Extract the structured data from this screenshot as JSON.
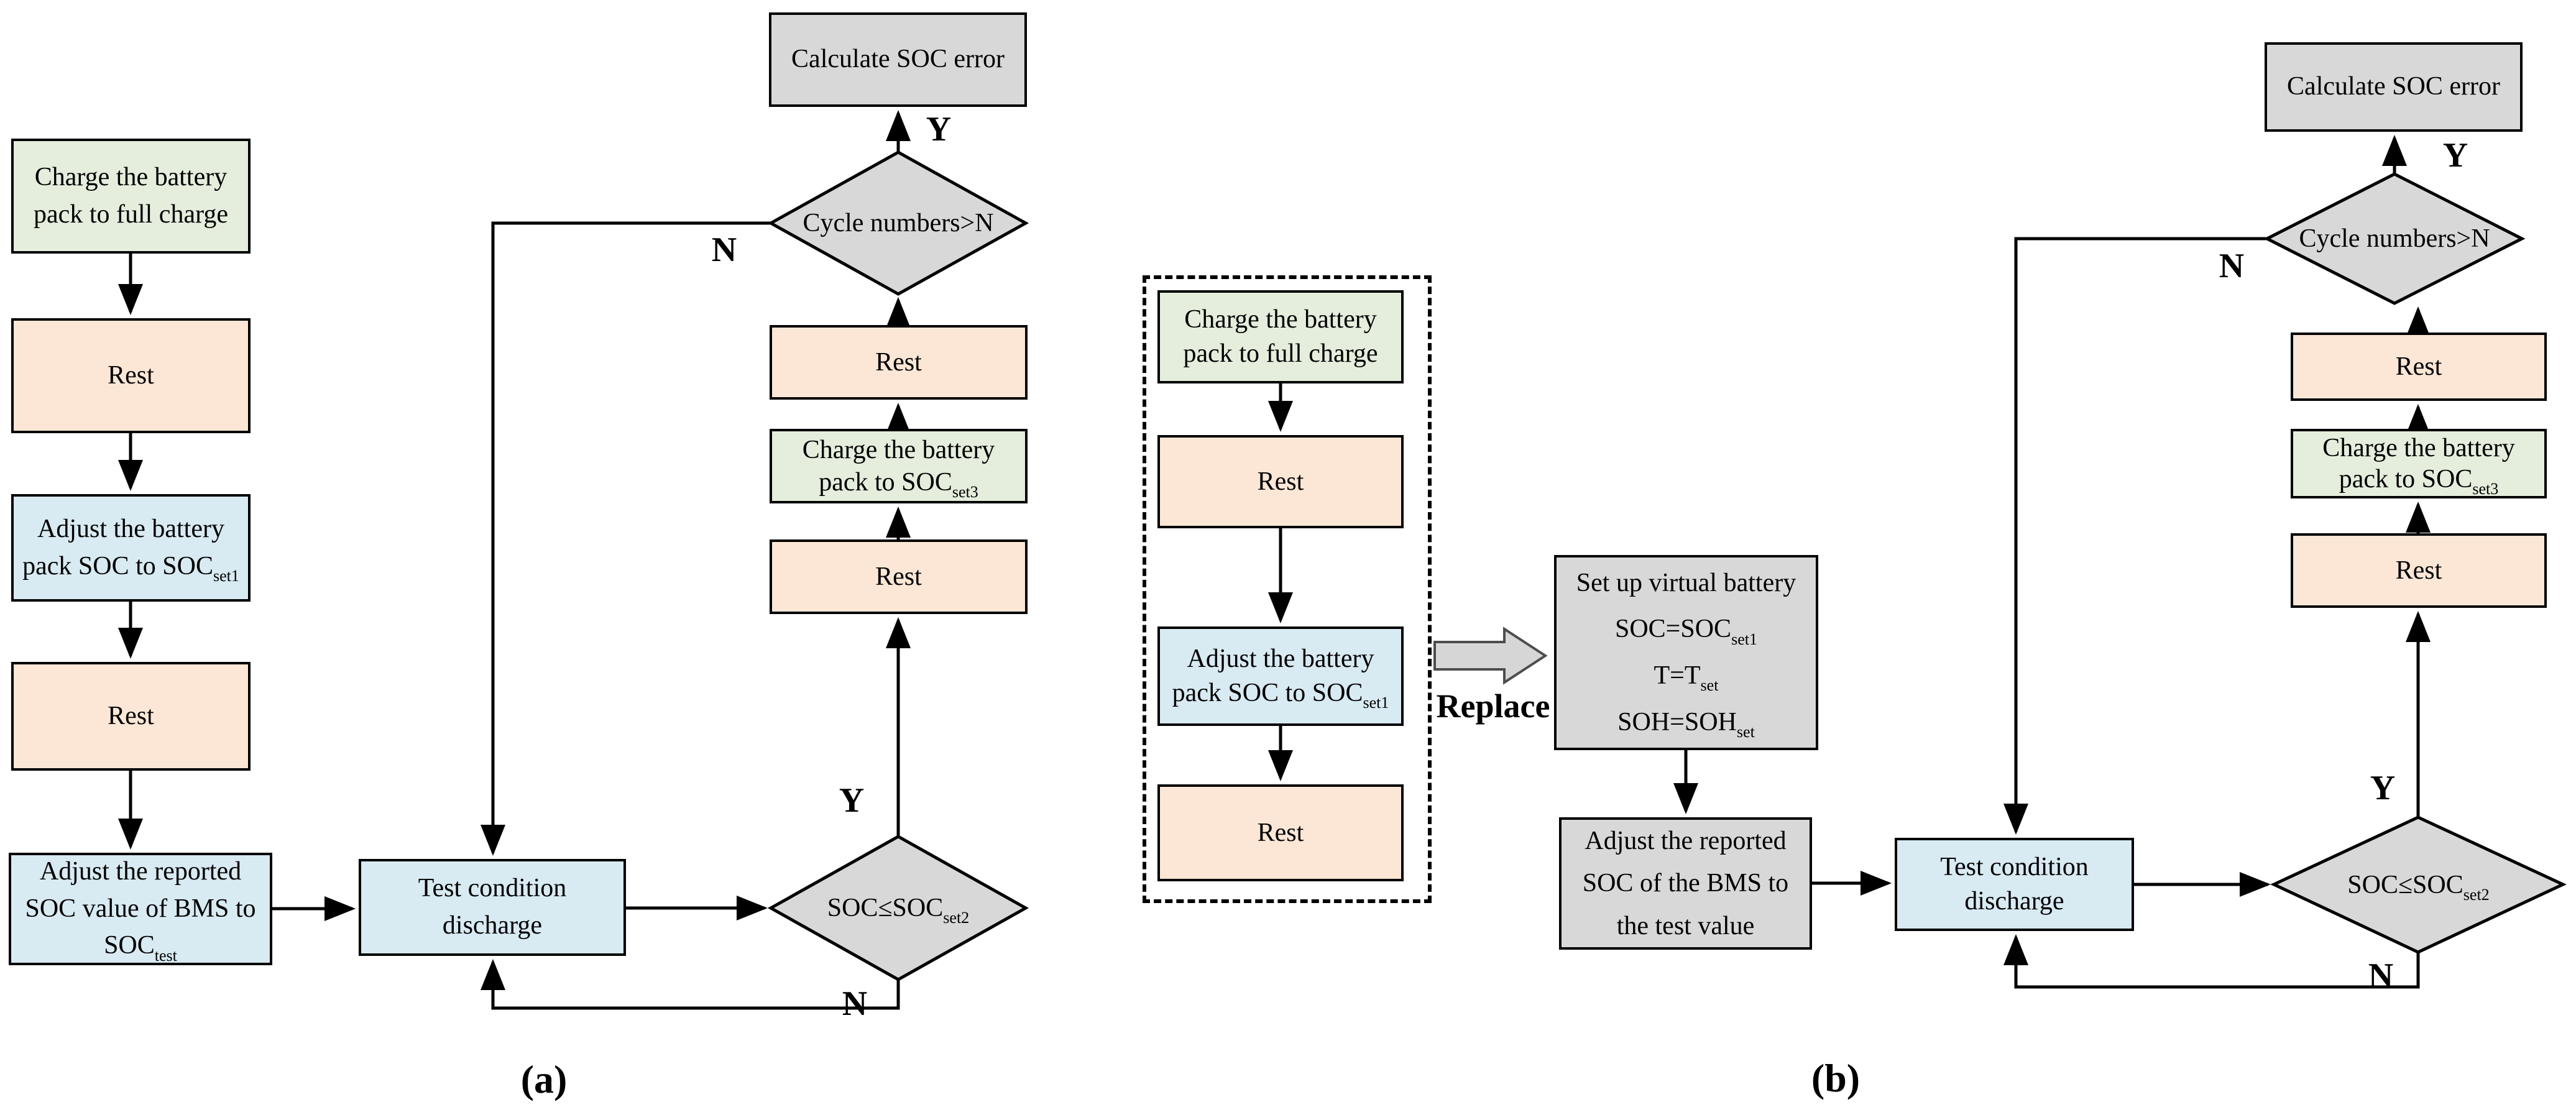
{
  "figure": {
    "caption_a": "(a)",
    "caption_b": "(b)"
  },
  "colors": {
    "charge": "#e5eedd",
    "process": "#fce7d6",
    "adjust": "#d8eaf2",
    "decision": "#d8d8d8",
    "replace_fill": "#d6d6d6",
    "line": "#000000"
  },
  "branch": {
    "yes": "Y",
    "no": "N"
  },
  "replace_label": "Replace",
  "nodes": {
    "a_charge_full": {
      "t": "Charge the battery pack to full charge"
    },
    "a_rest1": {
      "t": "Rest"
    },
    "a_adjust_pack": {
      "t": "Adjust the battery pack SOC to SOC",
      "sub": "set1"
    },
    "a_rest2": {
      "t": "Rest"
    },
    "a_adjust_bms": {
      "t": "Adjust the reported SOC value of BMS to SOC",
      "sub": "test"
    },
    "a_test": {
      "t": "Test condition discharge"
    },
    "a_dec_soc": {
      "t": "SOC≤SOC",
      "sub": "set2"
    },
    "a_rest3": {
      "t": "Rest"
    },
    "a_charge_set3": {
      "t": "Charge the battery pack to SOC",
      "sub": "set3"
    },
    "a_rest4": {
      "t": "Rest"
    },
    "a_dec_cycle": {
      "t": "Cycle numbers>N"
    },
    "a_calc": {
      "t": "Calculate SOC error"
    },
    "m_charge_full": {
      "t": "Charge the battery pack to full charge"
    },
    "m_rest1": {
      "t": "Rest"
    },
    "m_adjust_pack": {
      "t": "Adjust the battery pack SOC to SOC",
      "sub": "set1"
    },
    "m_rest2": {
      "t": "Rest"
    },
    "b_setup": {
      "lines": [
        {
          "t": "Set up virtual battery"
        },
        {
          "t": "SOC=SOC",
          "sub": "set1"
        },
        {
          "t": "T=T",
          "sub": "set"
        },
        {
          "t": "SOH=SOH",
          "sub": "set"
        }
      ]
    },
    "b_adjust": {
      "t": "Adjust the reported SOC of the BMS to the test value"
    },
    "b_test": {
      "t": "Test condition discharge"
    },
    "b_dec_soc": {
      "t": "SOC≤SOC",
      "sub": "set2"
    },
    "b_rest1": {
      "t": "Rest"
    },
    "b_charge_set3": {
      "t": "Charge the battery pack to SOC",
      "sub": "set3"
    },
    "b_rest2": {
      "t": "Rest"
    },
    "b_dec_cycle": {
      "t": "Cycle numbers>N"
    },
    "b_calc": {
      "t": "Calculate SOC error"
    }
  }
}
